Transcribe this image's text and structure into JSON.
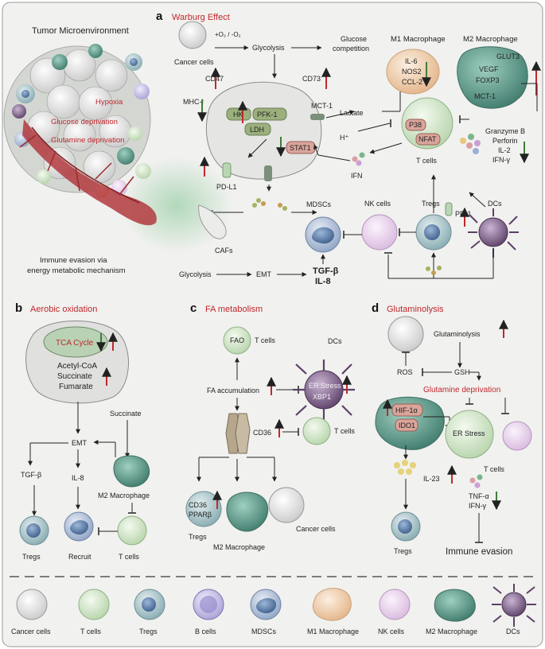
{
  "colors": {
    "red_text": "#c0282d",
    "up_arrow": "#c0282d",
    "down_arrow": "#3f7d3a",
    "cancer": "#d8d8d8",
    "tcell": "#cfe3c8",
    "treg": "#a9c5c9",
    "bcell": "#c9c3e6",
    "mdsc": "#b3c3da",
    "m1": "#f1d2b2",
    "nk": "#eedcf0",
    "m2": "#5f9d8d",
    "dc": "#7f6289"
  },
  "panel_a": {
    "letter": "a",
    "title": "Warburg Effect",
    "tme_title": "Tumor Microenvironment",
    "hypoxia": "Hypoxia",
    "glucose_deprivation": "Glucose deprivation",
    "glutamine_deprivation": "Glutamine deprivation",
    "immune_evasion_1": "Immune evasion via",
    "immune_evasion_2": "energy metabolic mechanism",
    "cancer_cells": "Cancer cells",
    "o2": "+O₂ / -O₂",
    "glycolysis": "Glycolysis",
    "glucose_competition_1": "Glucose",
    "glucose_competition_2": "competition",
    "m1_title": "M1 Macrophage",
    "m1_items": [
      "IL-6",
      "NOS2",
      "CCL-2"
    ],
    "m2_title": "M2 Macrophage",
    "m2_items": [
      "GLUT3",
      "VEGF",
      "FOXP3",
      "MCT-1"
    ],
    "cd47": "CD47",
    "cd73": "CD73",
    "mhc1": "MHC-I",
    "hk": "HK",
    "pfk1": "PFK-1",
    "ldh": "LDH",
    "mct1": "MCT-1",
    "stat1": "STAT1",
    "lactate": "Lactate",
    "h_plus": "H⁺",
    "p38": "P38",
    "nfat": "NFAT",
    "t_cells": "T cells",
    "ifn": "IFN",
    "pdl1": "PD-L1",
    "cytokines": [
      "Granzyme B",
      "Perforin",
      "IL-2",
      "IFN-γ"
    ],
    "cafs": "CAFs",
    "mdscs": "MDSCs",
    "nk_cells": "NK cells",
    "tregs": "Tregs",
    "pd1": "PD-1",
    "dcs": "DCs",
    "glycolysis2": "Glycolysis",
    "emt": "EMT",
    "tgfb": "TGF-β",
    "il8": "IL-8"
  },
  "panel_b": {
    "letter": "b",
    "title": "Aerobic oxidation",
    "tca": "TCA Cycle",
    "metabolites": [
      "Acetyl-CoA",
      "Succinate",
      "Fumarate"
    ],
    "succinate": "Succinate",
    "emt": "EMT",
    "tgfb": "TGF-β",
    "il8": "IL-8",
    "m2": "M2 Macrophage",
    "tregs": "Tregs",
    "recruit": "Recruit",
    "t_cells": "T cells"
  },
  "panel_c": {
    "letter": "c",
    "title": "FA metabolism",
    "fao": "FAO",
    "t_cells_top": "T cells",
    "dcs": "DCs",
    "fa_accumulation": "FA accumulation",
    "er_stress": "ER Stress",
    "xbp1": "XBP1",
    "cd36": "CD36",
    "t_cells_right": "T cells",
    "cd36_small": "CD36",
    "pparb": "PPARβ",
    "tregs": "Tregs",
    "m2": "M2 Macrophage",
    "cancer_cells": "Cancer cells"
  },
  "panel_d": {
    "letter": "d",
    "title": "Glutaminolysis",
    "glutaminolysis": "Glutaminolysis",
    "ros": "ROS",
    "gsh": "GSH",
    "glutamine_deprivation": "Glutamine deprivation",
    "hif1a": "HIF-1α",
    "ido1": "IDO1",
    "er_stress": "ER Stress",
    "t_cells": "T cells",
    "il23": "IL-23",
    "tnfa": "TNF-α",
    "ifng": "IFN-γ",
    "tregs": "Tregs",
    "immune_evasion": "Immune evasion"
  },
  "legend": [
    {
      "label": "Cancer cells",
      "type": "cancer"
    },
    {
      "label": "T cells",
      "type": "tcell"
    },
    {
      "label": "Tregs",
      "type": "treg"
    },
    {
      "label": "B cells",
      "type": "bcell"
    },
    {
      "label": "MDSCs",
      "type": "mdsc"
    },
    {
      "label": "M1 Macrophage",
      "type": "m1"
    },
    {
      "label": "NK cells",
      "type": "nk"
    },
    {
      "label": "M2 Macrophage",
      "type": "m2"
    },
    {
      "label": "DCs",
      "type": "dc"
    }
  ]
}
